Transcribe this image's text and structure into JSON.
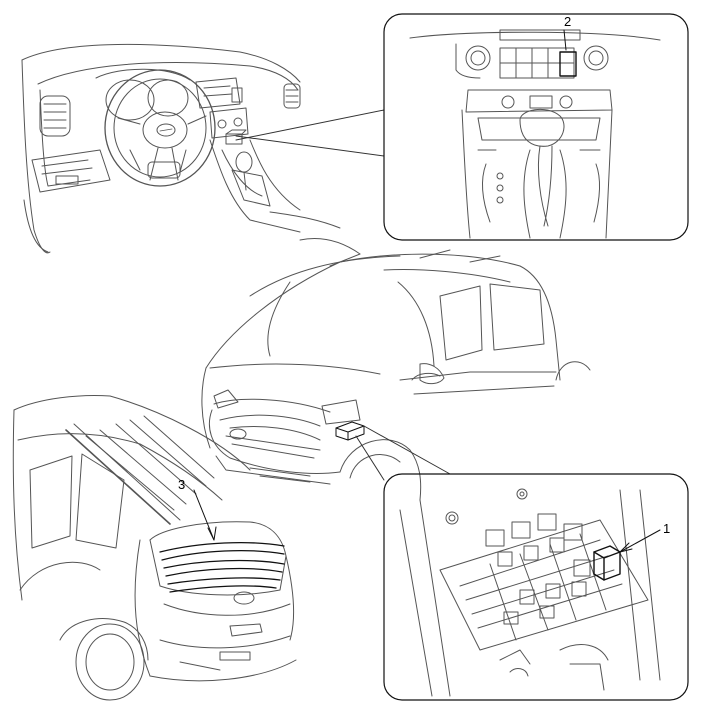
{
  "callouts": {
    "one": "1",
    "two": "2",
    "three": "3"
  },
  "colors": {
    "line": "#555555",
    "frame": "#111111",
    "background": "#ffffff"
  },
  "icons": [
    "kia-logo-icon",
    "steering-wheel-icon",
    "fuse-box-icon",
    "relay-icon",
    "rear-window-heater-grid-icon"
  ]
}
